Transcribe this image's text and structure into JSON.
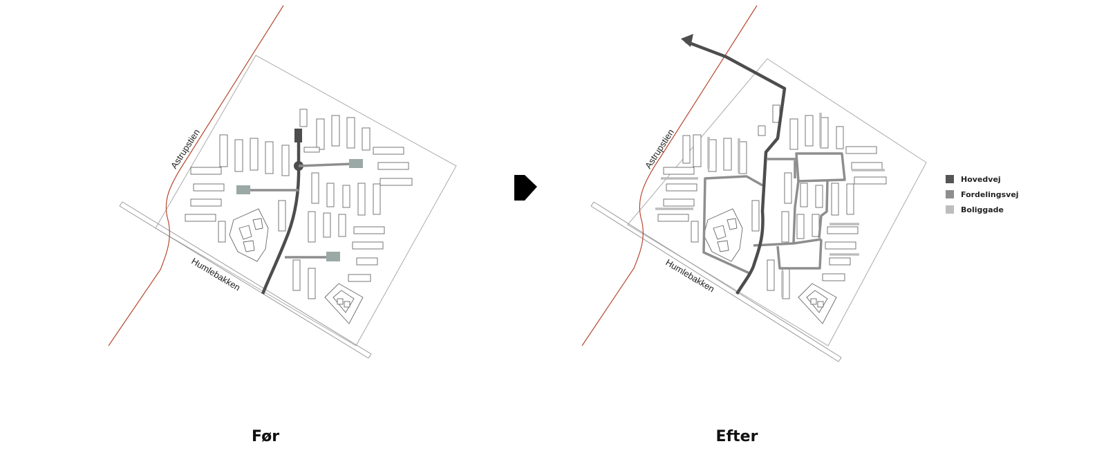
{
  "before": {
    "caption": "Før",
    "road_labels": {
      "path": "Astrupstien",
      "street": "Humlebakken"
    }
  },
  "after": {
    "caption": "Efter",
    "road_labels": {
      "path": "Astrupstien",
      "street": "Humlebakken"
    }
  },
  "legend": {
    "items": [
      {
        "label": "Hovedvej",
        "color": "#555555"
      },
      {
        "label": "Fordelingsvej",
        "color": "#8e8e8e"
      },
      {
        "label": "Boliggade",
        "color": "#bdbdbd"
      }
    ]
  },
  "colors": {
    "main_road": "#4d4d4d",
    "distribution_road": "#8e8e8e",
    "residential_street": "#bdbdbd",
    "parking": "#9aa9a6",
    "path_line": "#b5482e",
    "arrow": "#000000"
  }
}
